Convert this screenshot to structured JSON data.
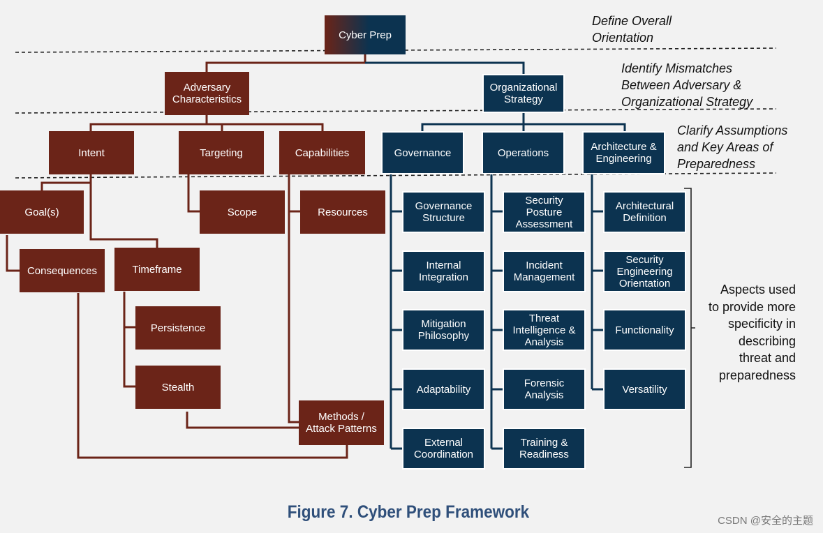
{
  "root": "Cyber Prep",
  "adversary": {
    "header": "Adversary\nCharacteristics",
    "intent": "Intent",
    "targeting": "Targeting",
    "capabilities": "Capabilities",
    "goals": "Goal(s)",
    "consequences": "Consequences",
    "timeframe": "Timeframe",
    "persistence": "Persistence",
    "stealth": "Stealth",
    "scope": "Scope",
    "resources": "Resources",
    "methods": "Methods /\nAttack Patterns"
  },
  "organization": {
    "header": "Organizational\nStrategy",
    "governance": {
      "label": "Governance",
      "items": [
        "Governance\nStructure",
        "Internal\nIntegration",
        "Mitigation\nPhilosophy",
        "Adaptability",
        "External\nCoordination"
      ]
    },
    "operations": {
      "label": "Operations",
      "items": [
        "Security\nPosture\nAssessment",
        "Incident\nManagement",
        "Threat\nIntelligence &\nAnalysis",
        "Forensic\nAnalysis",
        "Training &\nReadiness"
      ]
    },
    "architecture": {
      "label": "Architecture &\nEngineering",
      "items": [
        "Architectural\nDefinition",
        "Security\nEngineering\nOrientation",
        "Functionality",
        "Versatility"
      ]
    }
  },
  "annotations": {
    "level1": "Define Overall\nOrientation",
    "level2": "Identify Mismatches\nBetween Adversary &\nOrganizational Strategy",
    "level3": "Clarify Assumptions\nand Key Areas of\nPreparedness",
    "aspects": "Aspects used\nto provide more\nspecificity in\ndescribing\nthreat and\npreparedness"
  },
  "caption": "Figure 7. Cyber Prep Framework",
  "watermark": "CSDN @安全的主题",
  "colors": {
    "adversary": "#6b2418",
    "organization": "#0c3350",
    "caption": "#2f4f7a"
  }
}
